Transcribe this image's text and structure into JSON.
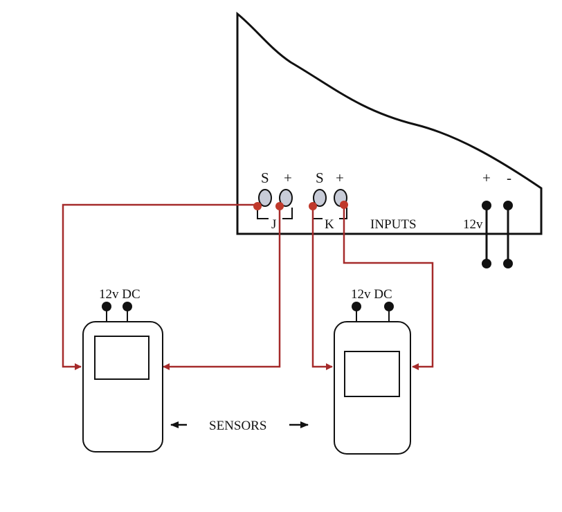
{
  "controller": {
    "terminal_labels": {
      "j_s": "S",
      "j_plus": "+",
      "k_s": "S",
      "k_plus": "+",
      "power_plus": "+",
      "power_minus": "-"
    },
    "group_j": "J",
    "group_k": "K",
    "inputs_label": "INPUTS",
    "power_label": "12v"
  },
  "sensors": {
    "left_power_label": "12v DC",
    "right_power_label": "12v DC",
    "caption": "SENSORS"
  },
  "colors": {
    "wire": "#a52a2a",
    "outline": "#111111",
    "terminal_fill": "#c8ccd8"
  }
}
